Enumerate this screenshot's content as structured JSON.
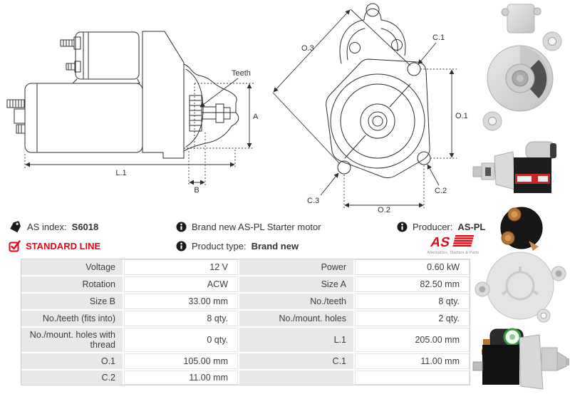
{
  "drawing": {
    "side_view_labels": {
      "teeth": "Teeth",
      "a": "A",
      "l1": "L.1",
      "b": "B"
    },
    "front_view_labels": {
      "o3": "O.3",
      "c1": "C.1",
      "o1": "O.1",
      "c2": "C.2",
      "c3": "C.3",
      "o2": "O.2"
    },
    "line_color": "#2e2e2e"
  },
  "info": {
    "as_index_label": "AS index:",
    "as_index_value": "S6018",
    "standard_line": "STANDARD LINE",
    "brand_new_text": "Brand new AS-PL Starter motor",
    "product_type_label": "Product type:",
    "product_type_value": "Brand new",
    "producer_label": "Producer:",
    "producer_value": "AS-PL",
    "accent_red": "#e30613"
  },
  "logo": {
    "text": "AS",
    "tagline": "Alternators, Starters & Parts"
  },
  "spec_table": {
    "rows": [
      {
        "left_label": "Voltage",
        "left_value": "12 V",
        "right_label": "Power",
        "right_value": "0.60 kW"
      },
      {
        "left_label": "Rotation",
        "left_value": "ACW",
        "right_label": "Size A",
        "right_value": "82.50 mm"
      },
      {
        "left_label": "Size B",
        "left_value": "33.00 mm",
        "right_label": "No./teeth",
        "right_value": "8 qty."
      },
      {
        "left_label": "No./teeth (fits into)",
        "left_value": "8 qty.",
        "right_label": "No./mount. holes",
        "right_value": "2 qty."
      },
      {
        "left_label": "No./mount. holes with thread",
        "left_value": "0 qty.",
        "right_label": "L.1",
        "right_value": "205.00 mm"
      },
      {
        "left_label": "O.1",
        "left_value": "105.00 mm",
        "right_label": "C.1",
        "right_value": "11.00 mm"
      },
      {
        "left_label": "C.2",
        "left_value": "11.00 mm",
        "right_label": "",
        "right_value": ""
      }
    ]
  }
}
